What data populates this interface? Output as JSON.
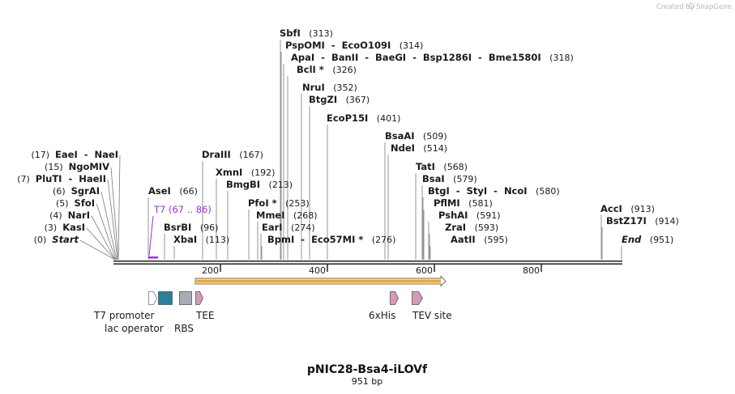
{
  "credit": {
    "text": "Created by",
    "brand": "SnapGene"
  },
  "plasmid": {
    "name": "pNIC28-Bsa4-iLOVf",
    "length_label": "951 bp",
    "length": 951
  },
  "ruler": {
    "ticks": [
      {
        "pos": 200,
        "label": "200"
      },
      {
        "pos": 400,
        "label": "400"
      },
      {
        "pos": 600,
        "label": "600"
      },
      {
        "pos": 800,
        "label": "800"
      }
    ]
  },
  "sites": [
    {
      "id": "start",
      "parts": [
        {
          "t": "Start",
          "i": true
        }
      ],
      "pos_label": "(0)"
    },
    {
      "id": "kasi",
      "parts": [
        {
          "t": "KasI"
        }
      ],
      "pos_label": "(3)"
    },
    {
      "id": "nari",
      "parts": [
        {
          "t": "NarI"
        }
      ],
      "pos_label": "(4)"
    },
    {
      "id": "sfoi",
      "parts": [
        {
          "t": "SfoI"
        }
      ],
      "pos_label": "(5)"
    },
    {
      "id": "sgrai",
      "parts": [
        {
          "t": "SgrAI"
        }
      ],
      "pos_label": "(6)"
    },
    {
      "id": "pluti",
      "parts": [
        {
          "t": "PluTI"
        },
        {
          "t": "  -  "
        },
        {
          "t": "HaeII"
        }
      ],
      "pos_label": "(7)"
    },
    {
      "id": "ngomiv",
      "parts": [
        {
          "t": "NgoMIV"
        }
      ],
      "pos_label": "(15)"
    },
    {
      "id": "eaei",
      "parts": [
        {
          "t": "EaeI"
        },
        {
          "t": "  -  "
        },
        {
          "t": "NaeI"
        }
      ],
      "pos_label": "(17)"
    },
    {
      "id": "asei",
      "parts": [
        {
          "t": "AseI"
        }
      ],
      "pos_label": "(66)"
    },
    {
      "id": "bsrbi",
      "parts": [
        {
          "t": "BsrBI"
        }
      ],
      "pos_label": "(96)"
    },
    {
      "id": "xbai",
      "parts": [
        {
          "t": "XbaI"
        }
      ],
      "pos_label": "(113)"
    },
    {
      "id": "draiii",
      "parts": [
        {
          "t": "DraIII"
        }
      ],
      "pos_label": "(167)"
    },
    {
      "id": "xmni",
      "parts": [
        {
          "t": "XmnI"
        }
      ],
      "pos_label": "(192)"
    },
    {
      "id": "bmgbi",
      "parts": [
        {
          "t": "BmgBI"
        }
      ],
      "pos_label": "(213)"
    },
    {
      "id": "pfoi",
      "parts": [
        {
          "t": "PfoI *"
        }
      ],
      "pos_label": "(253)"
    },
    {
      "id": "mmei",
      "parts": [
        {
          "t": "MmeI"
        }
      ],
      "pos_label": "(268)"
    },
    {
      "id": "eari",
      "parts": [
        {
          "t": "EarI"
        }
      ],
      "pos_label": "(274)"
    },
    {
      "id": "bpmi",
      "parts": [
        {
          "t": "BpmI"
        },
        {
          "t": "  -  "
        },
        {
          "t": "Eco57MI *"
        }
      ],
      "pos_label": "(276)"
    },
    {
      "id": "sbfi",
      "parts": [
        {
          "t": "SbfI"
        }
      ],
      "pos_label": "(313)"
    },
    {
      "id": "pspomi",
      "parts": [
        {
          "t": "PspOMI"
        },
        {
          "t": "  -  "
        },
        {
          "t": "EcoO109I"
        }
      ],
      "pos_label": "(314)"
    },
    {
      "id": "apai",
      "parts": [
        {
          "t": "ApaI"
        },
        {
          "t": "  -  "
        },
        {
          "t": "BanII"
        },
        {
          "t": "  -  "
        },
        {
          "t": "BaeGI"
        },
        {
          "t": "  -  "
        },
        {
          "t": "Bsp1286I"
        },
        {
          "t": "  -  "
        },
        {
          "t": "Bme1580I"
        }
      ],
      "pos_label": "(318)"
    },
    {
      "id": "bcli",
      "parts": [
        {
          "t": "BclI *"
        }
      ],
      "pos_label": "(326)"
    },
    {
      "id": "nrui",
      "parts": [
        {
          "t": "NruI"
        }
      ],
      "pos_label": "(352)"
    },
    {
      "id": "btgzi",
      "parts": [
        {
          "t": "BtgZI"
        }
      ],
      "pos_label": "(367)"
    },
    {
      "id": "ecop15i",
      "parts": [
        {
          "t": "EcoP15I"
        }
      ],
      "pos_label": "(401)"
    },
    {
      "id": "bsaai",
      "parts": [
        {
          "t": "BsaAI"
        }
      ],
      "pos_label": "(509)"
    },
    {
      "id": "ndei",
      "parts": [
        {
          "t": "NdeI"
        }
      ],
      "pos_label": "(514)"
    },
    {
      "id": "tati",
      "parts": [
        {
          "t": "TatI"
        }
      ],
      "pos_label": "(568)"
    },
    {
      "id": "bsai",
      "parts": [
        {
          "t": "BsaI"
        }
      ],
      "pos_label": "(579)"
    },
    {
      "id": "btgi",
      "parts": [
        {
          "t": "BtgI"
        },
        {
          "t": "  -  "
        },
        {
          "t": "StyI"
        },
        {
          "t": "  -  "
        },
        {
          "t": "NcoI"
        }
      ],
      "pos_label": "(580)"
    },
    {
      "id": "pflmi",
      "parts": [
        {
          "t": "PflMI"
        }
      ],
      "pos_label": "(581)"
    },
    {
      "id": "pshai",
      "parts": [
        {
          "t": "PshAI"
        }
      ],
      "pos_label": "(591)"
    },
    {
      "id": "zrai",
      "parts": [
        {
          "t": "ZraI"
        }
      ],
      "pos_label": "(593)"
    },
    {
      "id": "aatii",
      "parts": [
        {
          "t": "AatII"
        }
      ],
      "pos_label": "(595)"
    },
    {
      "id": "acci",
      "parts": [
        {
          "t": "AccI"
        }
      ],
      "pos_label": "(913)"
    },
    {
      "id": "bstz17i",
      "parts": [
        {
          "t": "BstZ17I"
        }
      ],
      "pos_label": "(914)"
    },
    {
      "id": "end",
      "parts": [
        {
          "t": "End",
          "i": true
        }
      ],
      "pos_label": "(951)"
    }
  ],
  "primer": {
    "name": "T7",
    "range_label": "(67 .. 86)",
    "color": "#9b30d9"
  },
  "orf": {
    "color": "#f0a830",
    "border": "#6b4a12"
  },
  "features": [
    {
      "id": "t7-promoter",
      "label": "T7 promoter",
      "type": "promoter",
      "color": "#ffffff"
    },
    {
      "id": "lac-operator",
      "label": "lac operator",
      "type": "box",
      "color": "#2e7f9a"
    },
    {
      "id": "rbs",
      "label": "RBS",
      "type": "box",
      "color": "#a7abb3"
    },
    {
      "id": "tee",
      "label": "TEE",
      "type": "arrow",
      "color": "#d49bb8"
    },
    {
      "id": "6xhis",
      "label": "6xHis",
      "type": "arrow",
      "color": "#d49bb8"
    },
    {
      "id": "tev-site",
      "label": "TEV site",
      "type": "arrow",
      "color": "#d49bb8"
    }
  ]
}
